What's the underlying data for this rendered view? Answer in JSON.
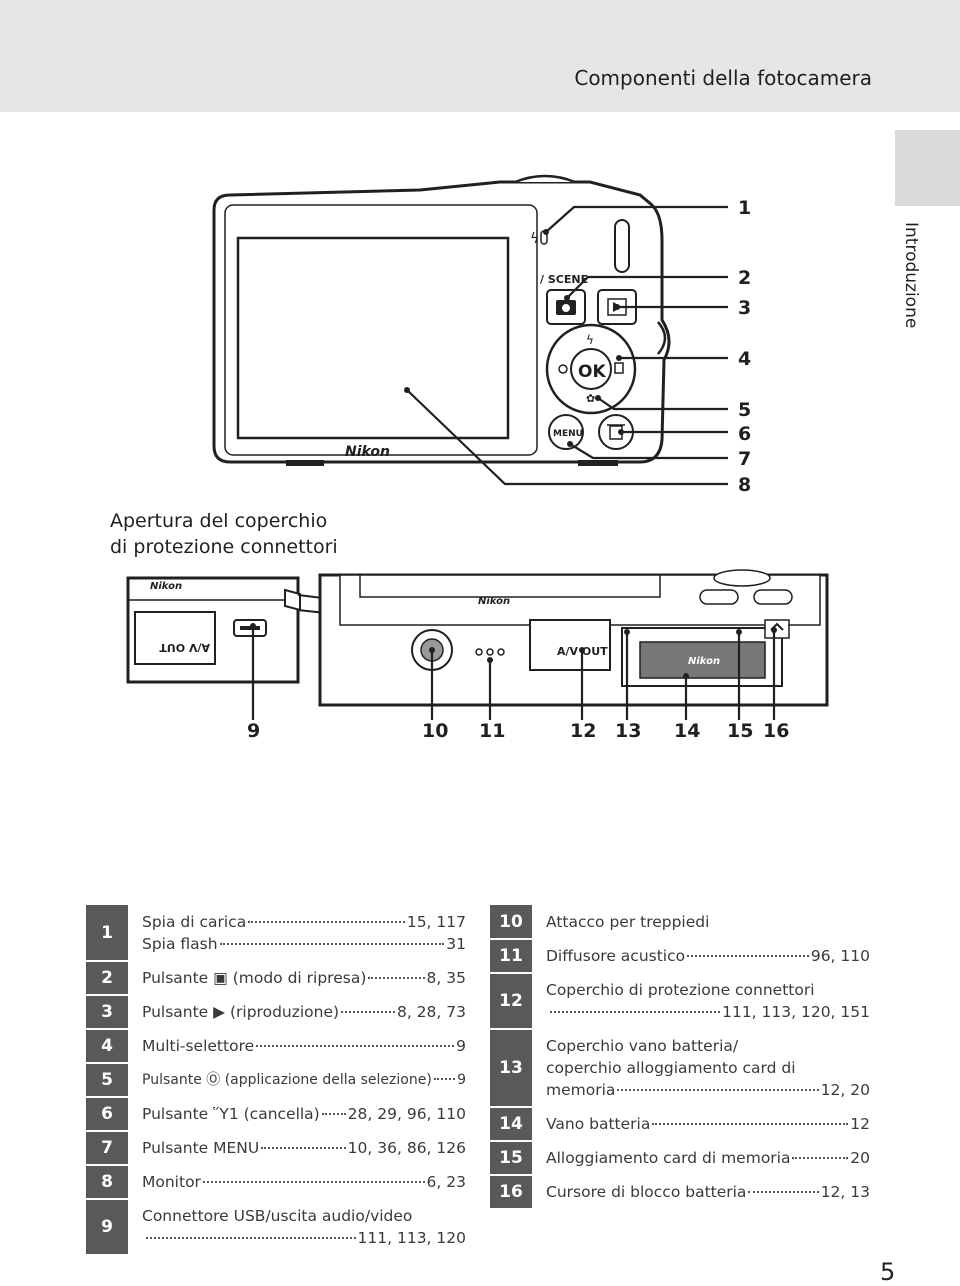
{
  "header": {
    "title": "Componenti della fotocamera"
  },
  "side_tab": {
    "label": "Introduzione"
  },
  "section": {
    "title_line1": "Apertura del coperchio",
    "title_line2": "di protezione connettori"
  },
  "callouts_right": [
    "1",
    "2",
    "3",
    "4",
    "5",
    "6",
    "7",
    "8"
  ],
  "callouts_bottom": [
    "9",
    "10",
    "11",
    "12",
    "13",
    "14",
    "15",
    "16"
  ],
  "camera_back": {
    "brand": "Nikon",
    "mode_label": "/ SCENE",
    "ok_label": "OK",
    "menu_label": "MENU",
    "av_out_label": "A/V OUT",
    "av_out_mirrored": "A/V OUT"
  },
  "legend_left": [
    {
      "num": "1",
      "lines": [
        {
          "text": "Spia di carica",
          "pages": "15, 117"
        },
        {
          "text": "Spia flash",
          "pages": "31"
        }
      ]
    },
    {
      "num": "2",
      "lines": [
        {
          "text": "Pulsante ▣ (modo di ripresa)",
          "pages": "8, 35"
        }
      ]
    },
    {
      "num": "3",
      "lines": [
        {
          "text": "Pulsante ▶ (riproduzione)",
          "pages": "8, 28, 73"
        }
      ]
    },
    {
      "num": "4",
      "lines": [
        {
          "text": "Multi-selettore",
          "pages": "9"
        }
      ]
    },
    {
      "num": "5",
      "lines": [
        {
          "text": "Pulsante Ⓞ (applicazione della selezione)",
          "pages": "9"
        }
      ]
    },
    {
      "num": "6",
      "lines": [
        {
          "text": "Pulsante Ὕ1 (cancella)",
          "pages": "28, 29, 96, 110"
        }
      ]
    },
    {
      "num": "7",
      "lines": [
        {
          "text": "Pulsante MENU",
          "pages": "10, 36, 86, 126"
        }
      ]
    },
    {
      "num": "8",
      "lines": [
        {
          "text": "Monitor",
          "pages": "6, 23"
        }
      ]
    },
    {
      "num": "9",
      "lines": [
        {
          "text": "Connettore USB/uscita audio/video",
          "pages": ""
        },
        {
          "text": "",
          "pages": "111, 113, 120"
        }
      ]
    }
  ],
  "legend_right": [
    {
      "num": "10",
      "lines": [
        {
          "text": "Attacco per treppiedi",
          "pages": ""
        }
      ]
    },
    {
      "num": "11",
      "lines": [
        {
          "text": "Diffusore acustico",
          "pages": "96, 110"
        }
      ]
    },
    {
      "num": "12",
      "lines": [
        {
          "text": "Coperchio di protezione connettori",
          "pages": ""
        },
        {
          "text": "",
          "pages": "111, 113, 120, 151"
        }
      ]
    },
    {
      "num": "13",
      "lines": [
        {
          "text": "Coperchio vano batteria/",
          "pages": ""
        },
        {
          "text": "coperchio alloggiamento card di",
          "pages": ""
        },
        {
          "text": "memoria",
          "pages": "12, 20"
        }
      ]
    },
    {
      "num": "14",
      "lines": [
        {
          "text": "Vano batteria",
          "pages": "12"
        }
      ]
    },
    {
      "num": "15",
      "lines": [
        {
          "text": "Alloggiamento card di memoria",
          "pages": "20"
        }
      ]
    },
    {
      "num": "16",
      "lines": [
        {
          "text": "Cursore di blocco batteria",
          "pages": "12, 13"
        }
      ]
    }
  ],
  "page_number": "5"
}
